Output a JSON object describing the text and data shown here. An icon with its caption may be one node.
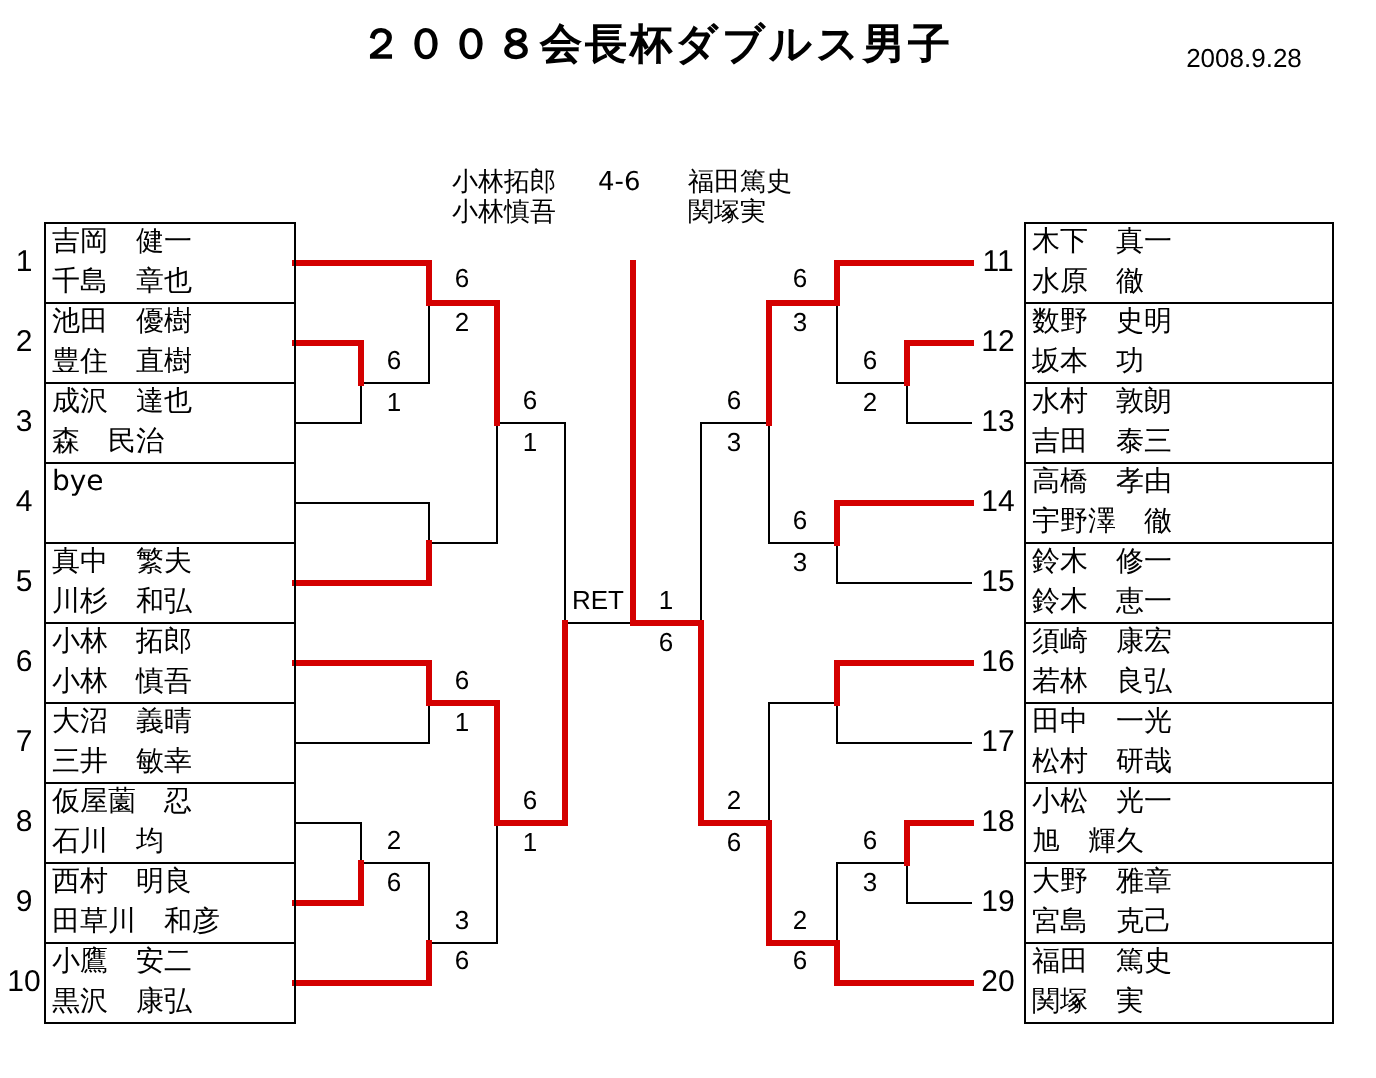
{
  "diagram": {
    "title": "２００８会長杯ダブルス男子",
    "nodes": [
      {
        "text": [
          "小林拓郎",
          "4-6",
          "福田篤史",
          "小林慎吾",
          "関塚実"
        ]
      },
      {
        "text": [
          "吉岡　健一",
          "千島　章也"
        ],
        "beside": [
          "1"
        ]
      },
      {
        "text": [
          "池田　優樹",
          "豊住　直樹"
        ],
        "beside": [
          "2"
        ]
      },
      {
        "text": [
          "成沢　達也",
          "森　民治"
        ],
        "beside": [
          "3"
        ]
      },
      {
        "text": [
          "bye"
        ],
        "beside": [
          "4"
        ]
      },
      {
        "text": [
          "真中　繁夫",
          "川杉　和弘"
        ],
        "beside": [
          "5"
        ]
      },
      {
        "text": [
          "小林　拓郎",
          "小林　慎吾"
        ],
        "beside": [
          "6"
        ]
      },
      {
        "text": [
          "大沼　義晴",
          "三井　敏幸"
        ],
        "beside": [
          "7"
        ]
      },
      {
        "text": [
          "仮屋薗　忍",
          "石川　均"
        ],
        "beside": [
          "8"
        ]
      },
      {
        "text": [
          "西村　明良",
          "田草川　和彦"
        ],
        "beside": [
          "9"
        ]
      },
      {
        "text": [
          "小鷹　安二",
          "黒沢　康弘"
        ],
        "beside": [
          "10"
        ]
      },
      {
        "text": [
          "木下　真一",
          "水原　徹"
        ],
        "beside": [
          "11"
        ]
      },
      {
        "text": [
          "数野　史明",
          "坂本　功"
        ],
        "beside": [
          "12"
        ]
      },
      {
        "text": [
          "水村　敦朗",
          "吉田　泰三"
        ],
        "beside": [
          "13"
        ]
      },
      {
        "text": [
          "高橋　孝由",
          "宇野澤　徹"
        ],
        "beside": [
          "14"
        ]
      },
      {
        "text": [
          "鈴木　修一",
          "鈴木　恵一"
        ],
        "beside": [
          "15"
        ]
      },
      {
        "text": [
          "須崎　康宏",
          "若林　良弘"
        ],
        "beside": [
          "16"
        ]
      },
      {
        "text": [
          "田中　一光",
          "松村　研哉"
        ],
        "beside": [
          "17"
        ]
      },
      {
        "text": [
          "小松　光一",
          "旭　輝久"
        ],
        "beside": [
          "18"
        ]
      },
      {
        "text": [
          "大野　雅章",
          "宮島　克己"
        ],
        "beside": [
          "19"
        ]
      },
      {
        "text": [
          "福田　篤史",
          "関塚　実"
        ],
        "beside": [
          "20"
        ]
      }
    ],
    "edges": [
      {
        "from": 1,
        "to": 0,
        "arrow": "none"
      },
      {
        "from": 2,
        "to": 0,
        "arrow": "none"
      },
      {
        "from": 3,
        "to": 0,
        "arrow": "none"
      },
      {
        "from": 4,
        "to": 0,
        "arrow": "none"
      },
      {
        "from": 5,
        "to": 0,
        "arrow": "none"
      },
      {
        "from": 6,
        "to": 0,
        "arrow": "none"
      },
      {
        "from": 7,
        "to": 0,
        "arrow": "none"
      },
      {
        "from": 8,
        "to": 0,
        "arrow": "none"
      },
      {
        "from": 9,
        "to": 0,
        "arrow": "none"
      },
      {
        "from": 10,
        "to": 0,
        "arrow": "none"
      },
      {
        "from": 11,
        "to": 0,
        "arrow": "none"
      },
      {
        "from": 12,
        "to": 0,
        "arrow": "none"
      },
      {
        "from": 13,
        "to": 0,
        "arrow": "none"
      },
      {
        "from": 14,
        "to": 0,
        "arrow": "none"
      },
      {
        "from": 15,
        "to": 0,
        "arrow": "none"
      },
      {
        "from": 16,
        "to": 0,
        "arrow": "none"
      },
      {
        "from": 17,
        "to": 0,
        "arrow": "none"
      },
      {
        "from": 18,
        "to": 0,
        "arrow": "none"
      },
      {
        "from": 19,
        "to": 0,
        "arrow": "none"
      },
      {
        "from": 20,
        "to": 0,
        "arrow": "none"
      }
    ],
    "labels": [
      "2008.9.28",
      "6",
      "2",
      "6",
      "3",
      "6",
      "1",
      "6",
      "2",
      "6",
      "1",
      "6",
      "3",
      "6",
      "3",
      "RET",
      "1",
      "6",
      "6",
      "1",
      "6",
      "1",
      "2",
      "6",
      "2",
      "6",
      "6",
      "3",
      "3",
      "6",
      "2",
      "6"
    ]
  }
}
